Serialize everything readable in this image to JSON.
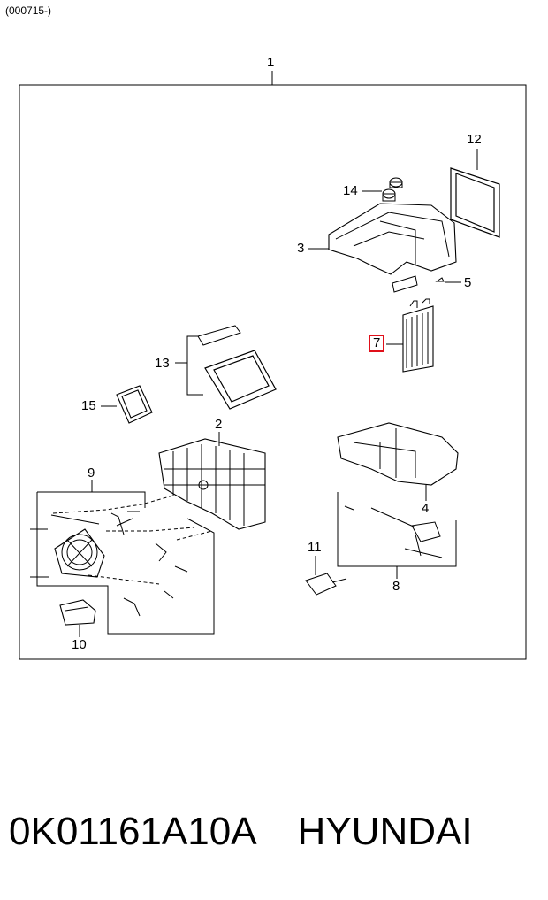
{
  "header": {
    "code": "(000715-)"
  },
  "callouts": {
    "c1": "1",
    "c2": "2",
    "c3": "3",
    "c4": "4",
    "c5": "5",
    "c7": "7",
    "c8": "8",
    "c9": "9",
    "c10": "10",
    "c11": "11",
    "c12": "12",
    "c13": "13",
    "c14": "14",
    "c15": "15"
  },
  "highlighted_callout": "7",
  "footer": {
    "part_number": "0K01161A10A",
    "brand": "HYUNDAI"
  },
  "colors": {
    "highlight": "#e0101a",
    "line": "#000000"
  }
}
